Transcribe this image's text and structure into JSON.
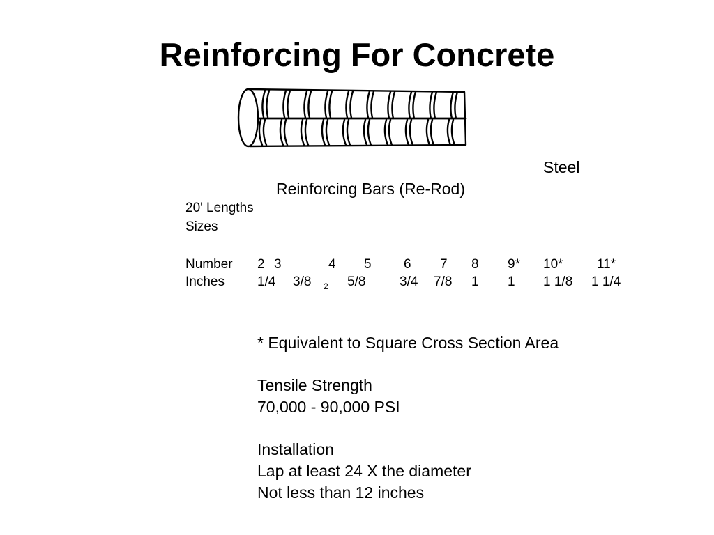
{
  "slide": {
    "title": "Reinforcing For Concrete",
    "steel": "Steel",
    "subtitle": "Reinforcing Bars (Re-Rod)",
    "lengths": "20' Lengths",
    "sizes": "Sizes"
  },
  "size_table": {
    "number_label": "Number",
    "inches_label": "Inches",
    "numbers": [
      "2",
      "3",
      "4",
      "5",
      "6",
      "7",
      "8",
      "9*",
      "10*",
      "11*"
    ],
    "inches": [
      "1/4",
      "3/8",
      "2",
      "5/8",
      "3/4",
      "7/8",
      "1",
      "1",
      "1 1/8",
      "1 1/4"
    ]
  },
  "notes": {
    "equivalent": "* Equivalent to Square Cross Section Area",
    "tensile_heading": "Tensile Strength",
    "tensile_value": "70,000 - 90,000 PSI",
    "install_heading": "Installation",
    "install_line1": "Lap at least 24 X the diameter",
    "install_line2": "Not less than 12 inches"
  },
  "icons": {
    "rebar": "rebar-illustration-icon"
  }
}
